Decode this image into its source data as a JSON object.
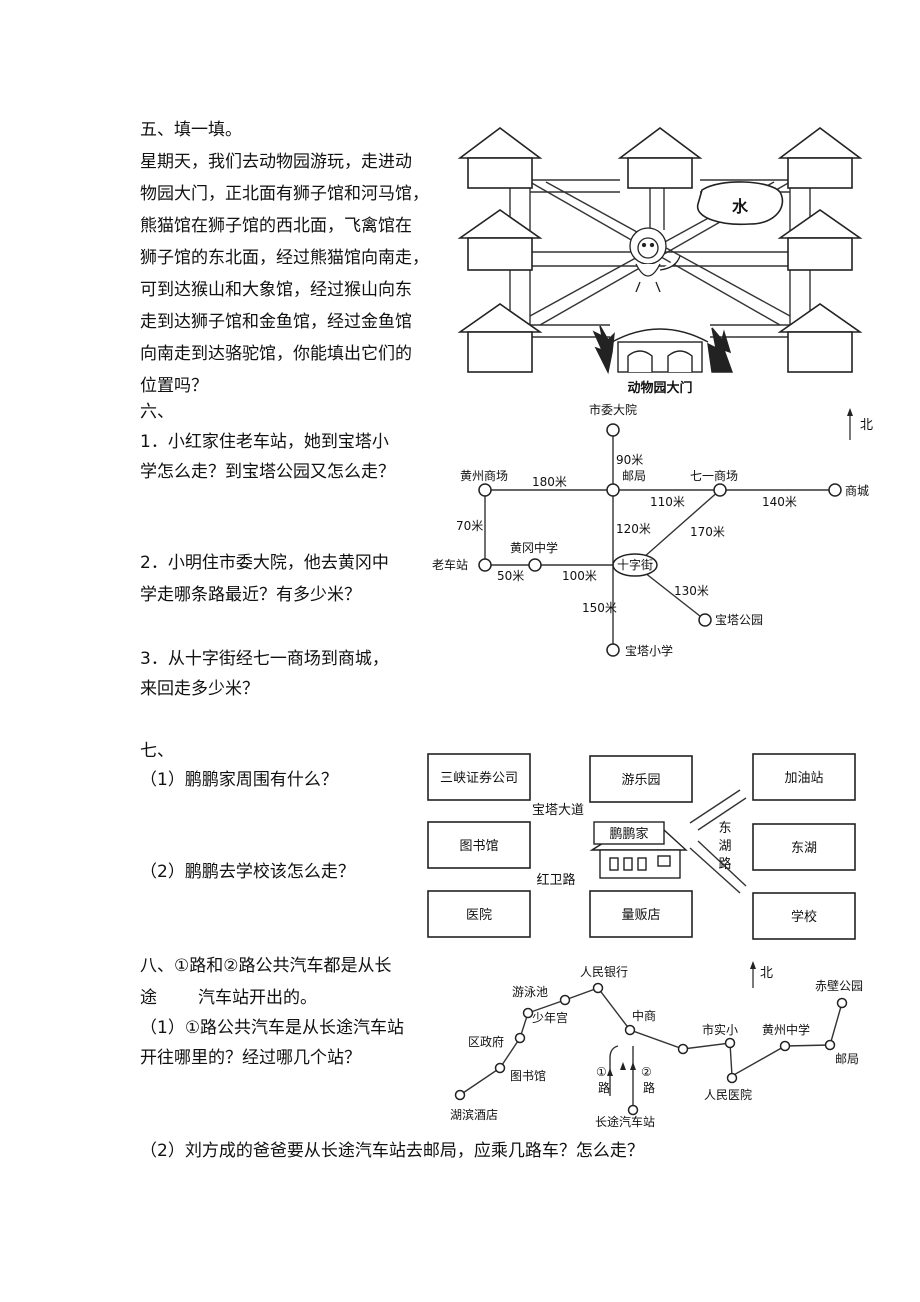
{
  "s5": {
    "heading": "五、填一填。",
    "lines": [
      "星期天，我们去动物园游玩，走进动",
      "物园大门，正北面有狮子馆和河马馆，",
      "熊猫馆在狮子馆的西北面，飞禽馆在",
      "狮子馆的东北面，经过熊猫馆向南走，",
      "可到达猴山和大象馆，经过猴山向东",
      "走到达狮子馆和金鱼馆，经过金鱼馆",
      "向南走到达骆驼馆，你能填出它们的",
      "位置吗？"
    ],
    "map": {
      "water": "水",
      "gate": "动物园大门"
    }
  },
  "s6": {
    "heading": "六、",
    "q1a": "1．小红家住老车站，她到宝塔小",
    "q1b": "学怎么走？到宝塔公园又怎么走？",
    "q2a": "2．小明住市委大院，他去黄冈中",
    "q2b": "学走哪条路最近？有多少米？",
    "q3a": "3．从十字街经七一商场到商城，",
    "q3b": "来回走多少米？",
    "map": {
      "north": "北",
      "places": {
        "shiwei": "市委大院",
        "youju": "邮局",
        "huangzhou": "黄州商场",
        "qiyi": "七一商场",
        "shangcheng": "商城",
        "laochezhan": "老车站",
        "huanggang": "黄冈中学",
        "shizijie": "十字街",
        "baotagongyuan": "宝塔公园",
        "baotaxiaoxue": "宝塔小学"
      },
      "dist": {
        "d90": "90米",
        "d180": "180米",
        "d110": "110米",
        "d140": "140米",
        "d70": "70米",
        "d120": "120米",
        "d170": "170米",
        "d50": "50米",
        "d100": "100米",
        "d130": "130米",
        "d150": "150米"
      }
    }
  },
  "s7": {
    "heading": "七、",
    "q1": "（1）鹏鹏家周围有什么？",
    "q2": "（2）鹏鹏去学校该怎么走？",
    "map": {
      "sanxia": "三峡证券公司",
      "youleyuan": "游乐园",
      "jiayouzhan": "加油站",
      "baotadadao": "宝塔大道",
      "tushuguan": "图书馆",
      "home": "鹏鹏家",
      "donghulu": [
        "东",
        "湖",
        "路"
      ],
      "donghu": "东湖",
      "hongweilu": "红卫路",
      "yiyuan": "医院",
      "liangfandian": "量贩店",
      "xuexiao": "学校"
    }
  },
  "s8": {
    "line1": "八、①路和②路公共汽车都是从长",
    "line2a": "途",
    "line2b": "汽车站开出的。",
    "q1a": "（1）①路公共汽车是从长途汽车站",
    "q1b": "开往哪里的？经过哪几个站？",
    "q2": "（2）刘方成的爸爸要从长途汽车站去邮局，应乘几路车？怎么走？",
    "map": {
      "north": "北",
      "youyongchi": "游泳池",
      "renminyinhang": "人民银行",
      "shaoniangong": "少年宫",
      "quzhengfu": "区政府",
      "zhongshang": "中商",
      "shishixiao": "市实小",
      "huangzhouzhongxue": "黄州中学",
      "chibigongyuan": "赤壁公园",
      "tushuguan": "图书馆",
      "renminyiyuan": "人民医院",
      "youju": "邮局",
      "hubinjiudian": "湖滨酒店",
      "changtu": "长途汽车站",
      "route1": [
        "①",
        "路"
      ],
      "route2": [
        "②",
        "路"
      ]
    }
  }
}
